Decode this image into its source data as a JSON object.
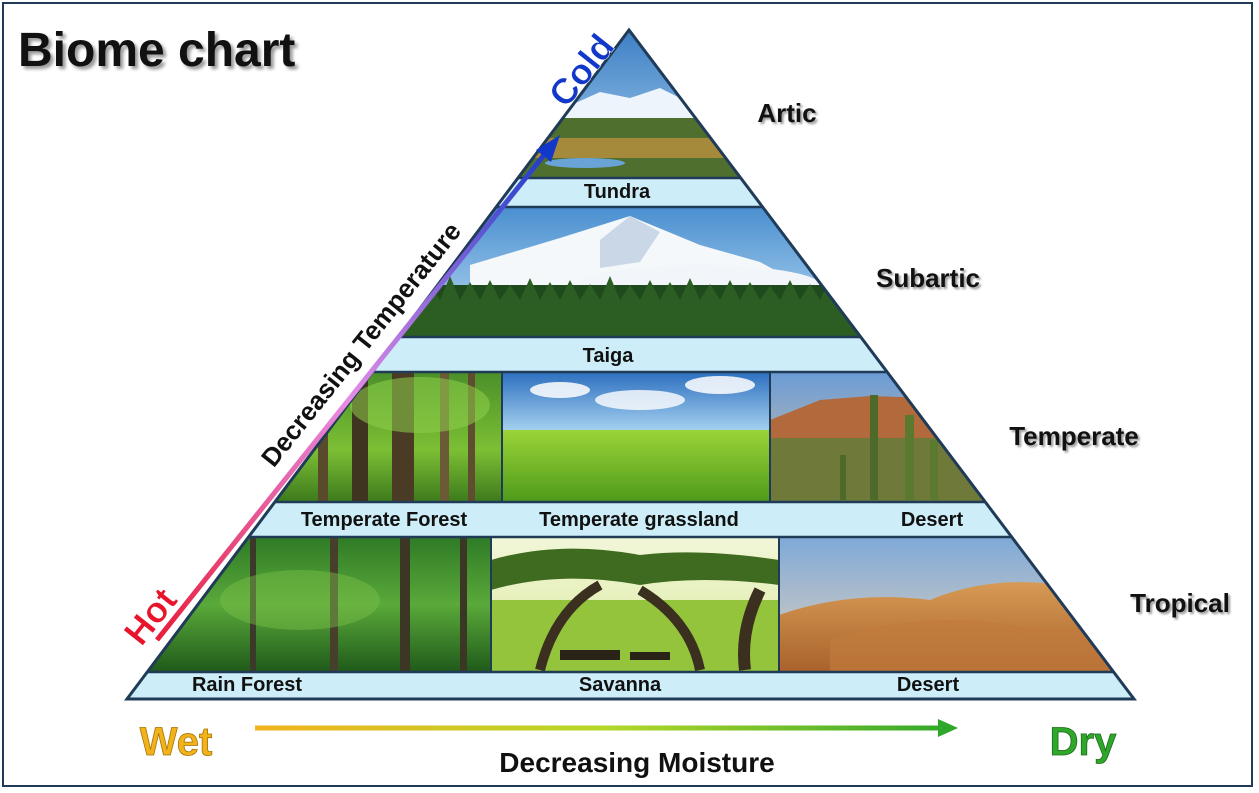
{
  "title": "Biome chart",
  "zones": {
    "arctic": "Artic",
    "subarctic": "Subartic",
    "temperate": "Temperate",
    "tropical": "Tropical"
  },
  "biomes": {
    "tundra": "Tundra",
    "taiga": "Taiga",
    "temperate_forest": "Temperate Forest",
    "temperate_grassland": "Temperate grassland",
    "temperate_desert": "Desert",
    "rain_forest": "Rain Forest",
    "savanna": "Savanna",
    "tropical_desert": "Desert"
  },
  "temperature_axis": {
    "hot": "Hot",
    "cold": "Cold",
    "label": "Decreasing Temperature"
  },
  "moisture_axis": {
    "wet": "Wet",
    "dry": "Dry",
    "label": "Decreasing Moisture"
  },
  "colors": {
    "hot": "#e8142b",
    "cold": "#1238c9",
    "wet": "#f2b21c",
    "dry": "#2fa72a",
    "label_band": "#cdeef8",
    "outline": "#1f3b57"
  }
}
